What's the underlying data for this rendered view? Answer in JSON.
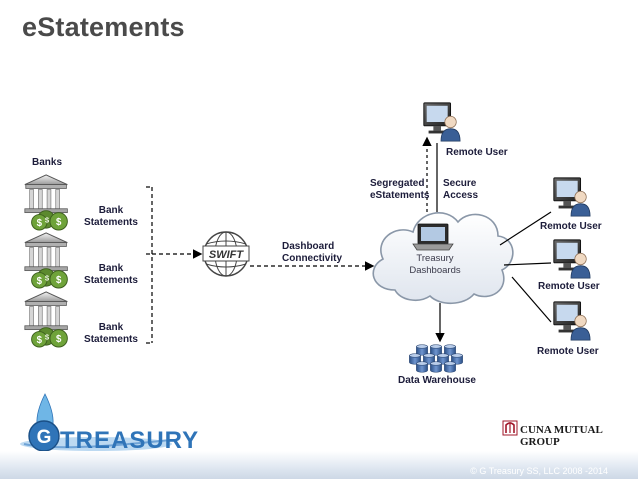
{
  "title": "eStatements",
  "banks": {
    "heading": "Banks",
    "statements": [
      {
        "line1": "Bank",
        "line2": "Statements"
      },
      {
        "line1": "Bank",
        "line2": "Statements"
      },
      {
        "line1": "Bank",
        "line2": "Statements"
      }
    ]
  },
  "swift": {
    "label": "SWIFT"
  },
  "connectivity": {
    "line1": "Dashboard",
    "line2": "Connectivity"
  },
  "cloud": {
    "line1": "Treasury",
    "line2": "Dashboards"
  },
  "segregated": {
    "line1": "Segregated",
    "line2": "eStatements"
  },
  "secure": {
    "line1": "Secure",
    "line2": "Access"
  },
  "remote_users": [
    "Remote User",
    "Remote User",
    "Remote User",
    "Remote User"
  ],
  "warehouse": {
    "label": "Data Warehouse"
  },
  "footer": {
    "brand_letter": "G",
    "brand_text": "TREASURY",
    "partner": "CUNA MUTUAL GROUP",
    "copyright": "© G Treasury SS, LLC 2008 -2014"
  },
  "colors": {
    "title": "#4a4a4a",
    "brand_blue": "#2f74b8",
    "label": "#1c1c3a",
    "cloud_stroke": "#8a97a8"
  }
}
